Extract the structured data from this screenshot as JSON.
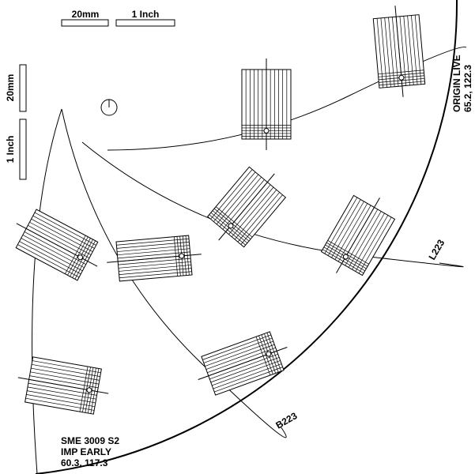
{
  "scales": {
    "mm_label": "20mm",
    "inch_label": "1 Inch"
  },
  "labels": {
    "origin_live": {
      "line1": "ORIGIN LIVE",
      "line2": "65.2, 122.3"
    },
    "sme": {
      "line1": "SME 3009 S2",
      "line2": "IMP EARLY",
      "line3": "60.3, 117.3"
    },
    "l223": "L223",
    "b223": "B223"
  },
  "colors": {
    "ink": "#000000",
    "paper": "#ffffff"
  },
  "icons": {
    "spindle": "circle-crosshair-icon"
  }
}
